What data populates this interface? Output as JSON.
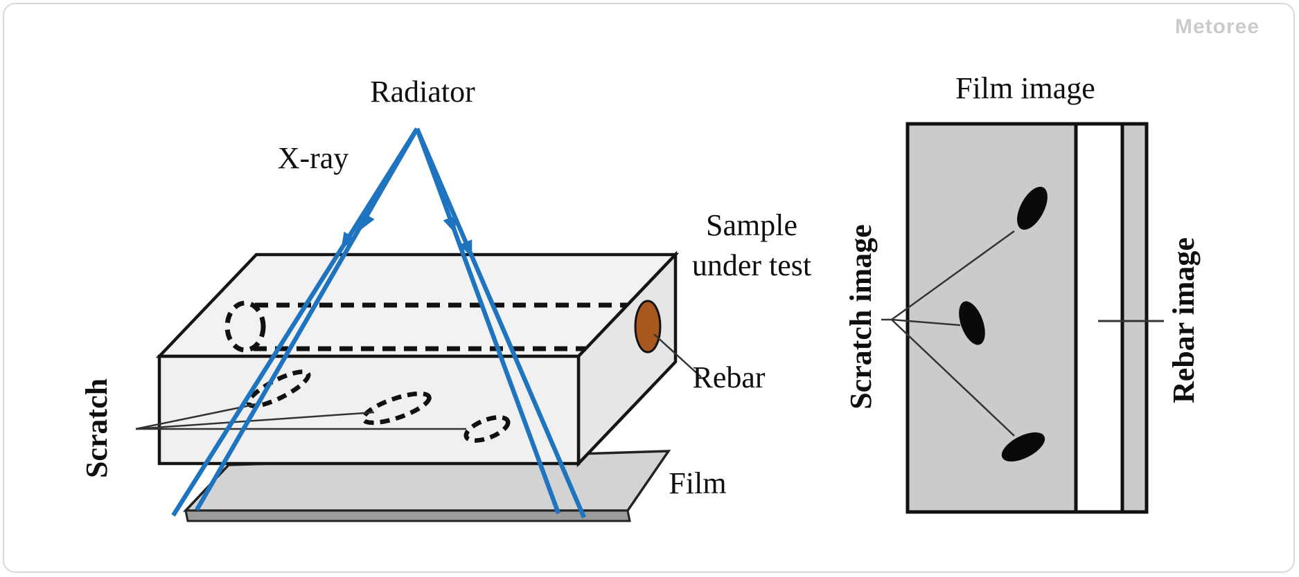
{
  "watermark": "Metoree",
  "colors": {
    "xray_blue": "#1E74BE",
    "rebar_brown": "#A8581F",
    "film_gray": "#D3D3D3",
    "panel_gray": "#CBCBCB",
    "line_dark": "#111111"
  },
  "left": {
    "labels": {
      "radiator": "Radiator",
      "xray": "X-ray",
      "scratch": "Scratch",
      "sample_line1": "Sample",
      "sample_line2": "under test",
      "rebar": "Rebar",
      "film": "Film"
    }
  },
  "right": {
    "title": "Film image",
    "labels": {
      "scratch_image": "Scratch image",
      "rebar_image": "Rebar image"
    }
  }
}
